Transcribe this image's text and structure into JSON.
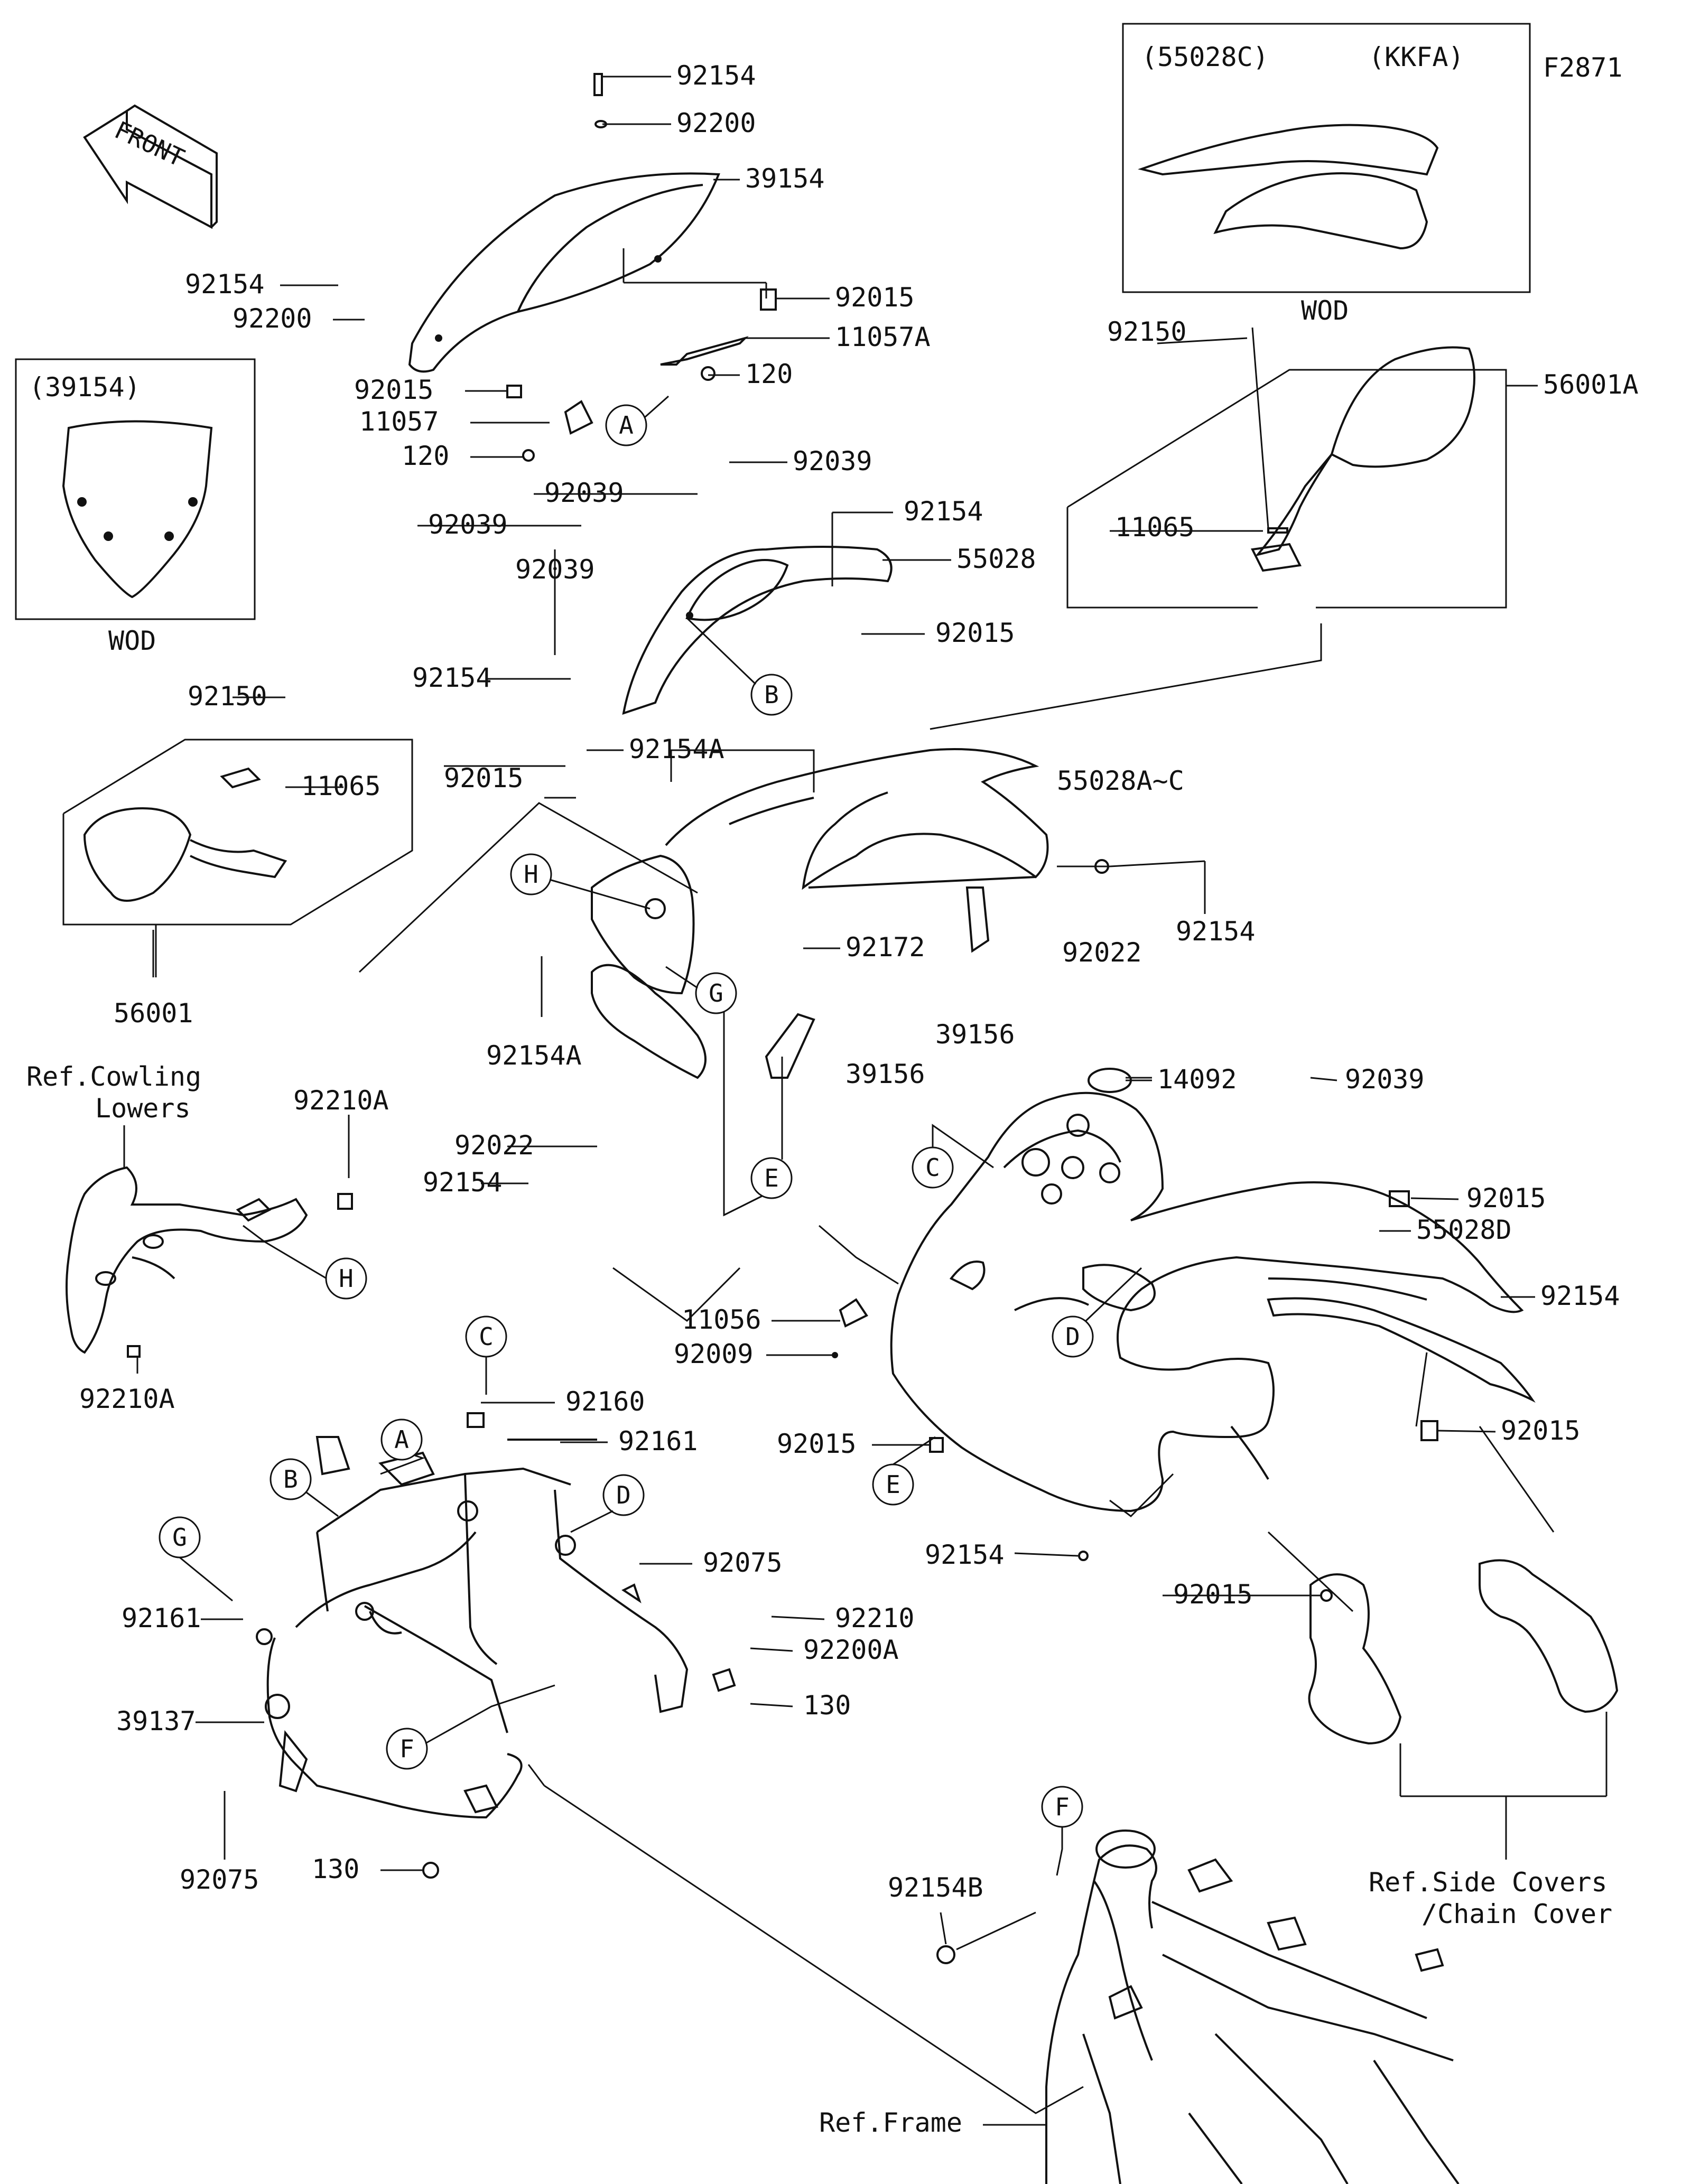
{
  "diagram": {
    "figure_code": "F2871",
    "front_label": "FRONT",
    "inset_windshield": {
      "part": "(39154)",
      "note": "WOD"
    },
    "inset_cowl": {
      "part": "(55028C)",
      "variant": "(KKFA)",
      "note": "WOD"
    },
    "references": {
      "cowling_lowers": [
        "Ref.Cowling",
        "Lowers"
      ],
      "side_covers": [
        "Ref.Side Covers",
        "/Chain Cover"
      ],
      "frame": "Ref.Frame"
    },
    "part_labels": [
      "92154",
      "92200",
      "39154",
      "92015",
      "11057A",
      "120",
      "92154",
      "92200",
      "92015",
      "11057",
      "120",
      "92039",
      "92039",
      "92039",
      "92039",
      "92154",
      "55028",
      "92015",
      "92154",
      "92150",
      "11065",
      "56001",
      "92154A",
      "92015",
      "55028A~C",
      "92172",
      "92022",
      "92154",
      "39156",
      "39156",
      "92154A",
      "92022",
      "92154",
      "92150",
      "56001A",
      "11065",
      "92210A",
      "92210A",
      "14092",
      "92039",
      "92015",
      "55028D",
      "92154",
      "92015",
      "11056",
      "92009",
      "92015",
      "92154",
      "92015",
      "92160",
      "92161",
      "92075",
      "92210",
      "92200A",
      "130",
      "92161",
      "39137",
      "92075",
      "130",
      "92154B"
    ],
    "callouts": [
      "A",
      "B",
      "C",
      "D",
      "E",
      "F",
      "G",
      "H",
      "A",
      "B",
      "C",
      "D",
      "E",
      "F",
      "G",
      "H"
    ]
  }
}
